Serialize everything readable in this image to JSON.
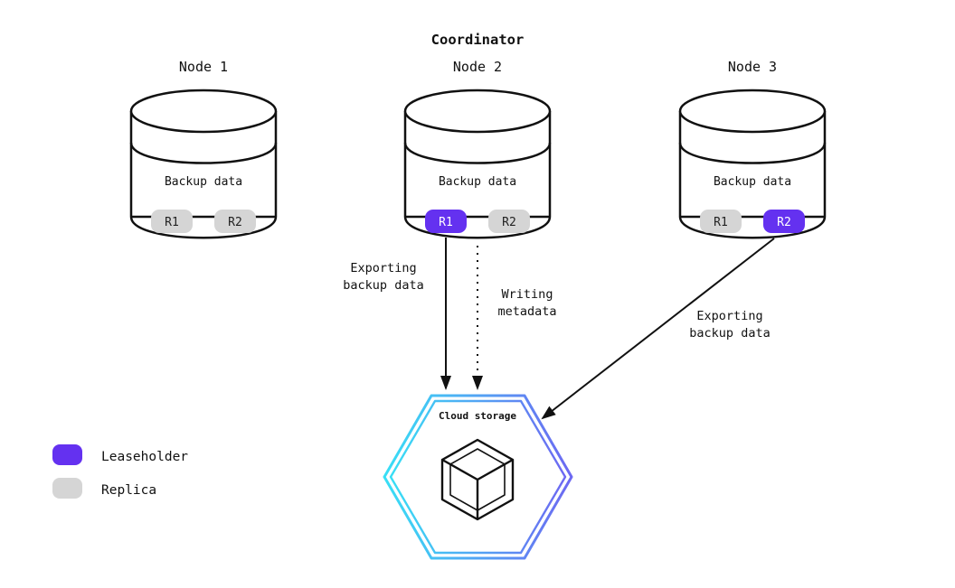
{
  "title": "Coordinator",
  "nodes": [
    {
      "label": "Node 1",
      "backup_label": "Backup data",
      "replicas": [
        {
          "label": "R1",
          "role": "replica",
          "color": "#d5d5d5",
          "text_color": "#222222"
        },
        {
          "label": "R2",
          "role": "replica",
          "color": "#d5d5d5",
          "text_color": "#222222"
        }
      ]
    },
    {
      "label": "Node 2",
      "backup_label": "Backup data",
      "replicas": [
        {
          "label": "R1",
          "role": "leaseholder",
          "color": "#6431f0",
          "text_color": "#ffffff"
        },
        {
          "label": "R2",
          "role": "replica",
          "color": "#d5d5d5",
          "text_color": "#222222"
        }
      ]
    },
    {
      "label": "Node 3",
      "backup_label": "Backup data",
      "replicas": [
        {
          "label": "R1",
          "role": "replica",
          "color": "#d5d5d5",
          "text_color": "#222222"
        },
        {
          "label": "R2",
          "role": "leaseholder",
          "color": "#6431f0",
          "text_color": "#ffffff"
        }
      ]
    }
  ],
  "arrows": [
    {
      "lines": [
        "Exporting",
        "backup data"
      ],
      "style": "solid",
      "from": "Node 2 R1",
      "to": "Cloud storage"
    },
    {
      "lines": [
        "Writing",
        "metadata"
      ],
      "style": "dashed",
      "from": "Node 2",
      "to": "Cloud storage"
    },
    {
      "lines": [
        "Exporting",
        "backup data"
      ],
      "style": "solid",
      "from": "Node 3 R2",
      "to": "Cloud storage"
    }
  ],
  "cloud": {
    "label": "Cloud storage"
  },
  "legend": {
    "items": [
      {
        "label": "Leaseholder",
        "color": "#6431f0"
      },
      {
        "label": "Replica",
        "color": "#d5d5d5"
      }
    ]
  },
  "colors": {
    "stroke": "#111111",
    "hex_gradient_start": "#38dff5",
    "hex_gradient_end": "#6d68f2"
  }
}
